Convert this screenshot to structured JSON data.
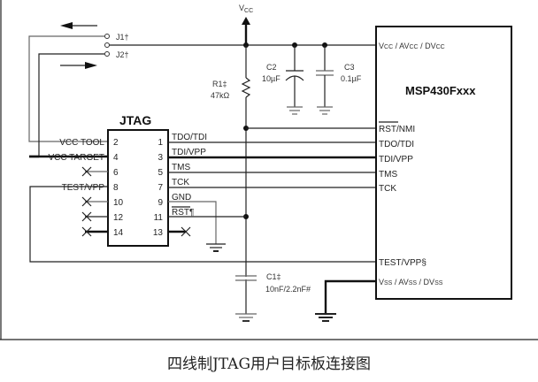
{
  "diagram": {
    "type": "schematic",
    "title_caption": "四线制JTAG用户目标板连接图",
    "supply": {
      "label": "V",
      "sub": "CC"
    },
    "jumpers": [
      {
        "id": "J1",
        "label": "J1†"
      },
      {
        "id": "J2",
        "label": "J2†"
      }
    ],
    "resistor": {
      "name": "R1‡",
      "value": "47kΩ"
    },
    "capacitors": [
      {
        "name": "C2",
        "value": "10µF",
        "polarized": true
      },
      {
        "name": "C3",
        "value": "0.1µF",
        "polarized": false
      },
      {
        "name": "C1‡",
        "value": "10nF/2.2nF#",
        "polarized": false
      }
    ],
    "jtag": {
      "title": "JTAG",
      "left_pins": [
        {
          "num": "2",
          "label": "VCC TOOL",
          "connected": true
        },
        {
          "num": "4",
          "label": "VCC TARGET",
          "connected": true
        },
        {
          "num": "6",
          "label": "",
          "connected": false
        },
        {
          "num": "8",
          "label": "TEST/VPP",
          "connected": true
        },
        {
          "num": "10",
          "label": "",
          "connected": false
        },
        {
          "num": "12",
          "label": "",
          "connected": false
        },
        {
          "num": "14",
          "label": "",
          "connected": false
        }
      ],
      "right_pins": [
        {
          "num": "1",
          "label": "TDO/TDI"
        },
        {
          "num": "3",
          "label": "TDI/VPP"
        },
        {
          "num": "5",
          "label": "TMS"
        },
        {
          "num": "7",
          "label": "TCK"
        },
        {
          "num": "9",
          "label": "GND"
        },
        {
          "num": "11",
          "label": "RST¶"
        },
        {
          "num": "13",
          "label": ""
        }
      ]
    },
    "mcu": {
      "name": "MSP430Fxxx",
      "vcc_pin": {
        "parts": [
          "V",
          "CC",
          " / AV",
          "CC",
          " / DV",
          "CC"
        ]
      },
      "pins": [
        "RST/NMI",
        "TDO/TDI",
        "TDI/VPP",
        "TMS",
        "TCK"
      ],
      "test_pin": "TEST/VPP§",
      "vss_pin": {
        "parts": [
          "V",
          "SS",
          " / AV",
          "SS",
          " / DV",
          "SS"
        ]
      }
    }
  }
}
